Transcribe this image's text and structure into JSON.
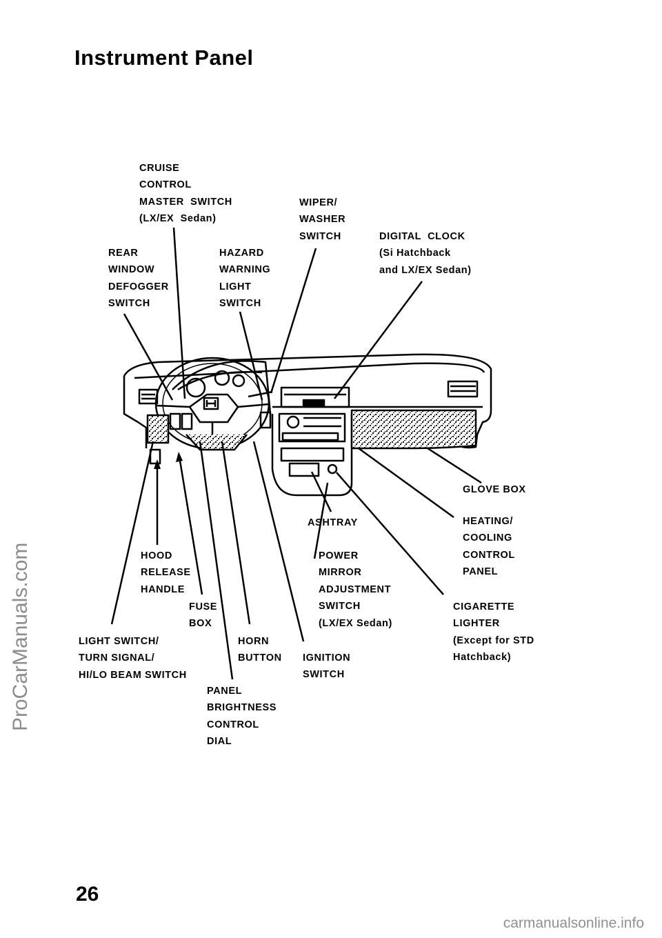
{
  "page": {
    "title": "Instrument Panel",
    "page_number": "26",
    "watermark": "ProCarManuals.com",
    "footer": "carmanualsonline.info"
  },
  "labels": {
    "cruise_control": "CRUISE\nCONTROL\nMASTER  SWITCH\n(LX/EX  Sedan)",
    "wiper_washer": "WIPER/\nWASHER\nSWITCH",
    "digital_clock": "DIGITAL  CLOCK\n(Si Hatchback\nand LX/EX Sedan)",
    "rear_defogger": "REAR\nWINDOW\nDEFOGGER\nSWITCH",
    "hazard": "HAZARD\nWARNING\nLIGHT\nSWITCH",
    "glove_box": "GLOVE BOX",
    "ashtray": "ASHTRAY",
    "heating_cooling": "HEATING/\nCOOLING\nCONTROL\nPANEL",
    "hood_release": "HOOD\nRELEASE\nHANDLE",
    "power_mirror": "POWER\nMIRROR\nADJUSTMENT\nSWITCH\n(LX/EX Sedan)",
    "fuse_box": "FUSE\nBOX",
    "cigarette_lighter": "CIGARETTE\nLIGHTER\n(Except for STD\nHatchback)",
    "light_switch": "LIGHT SWITCH/\nTURN SIGNAL/\nHI/LO BEAM SWITCH",
    "horn": "HORN\nBUTTON",
    "ignition": "IGNITION\nSWITCH",
    "panel_brightness": "PANEL\nBRIGHTNESS\nCONTROL\nDIAL"
  }
}
